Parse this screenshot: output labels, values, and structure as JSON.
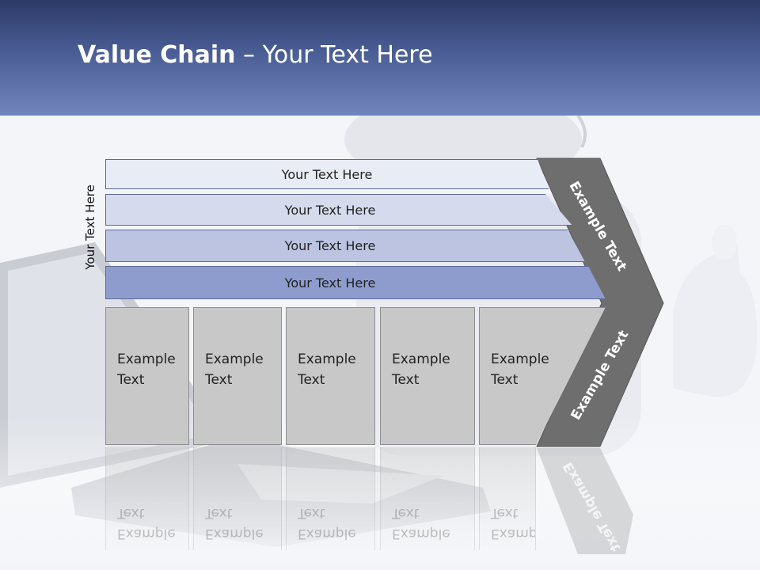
{
  "slide": {
    "title_bold": "Value Chain",
    "title_rest": " – Your Text Here"
  },
  "side_label": "Your Text Here",
  "bars": [
    {
      "label": "Your Text Here"
    },
    {
      "label": "Your Text Here"
    },
    {
      "label": "Your Text Here"
    },
    {
      "label": "Your Text Here"
    }
  ],
  "boxes": [
    {
      "label": "Example Text"
    },
    {
      "label": "Example Text"
    },
    {
      "label": "Example Text"
    },
    {
      "label": "Example Text"
    },
    {
      "label": "Example Text"
    }
  ],
  "chevron": {
    "top_label": "Example Text",
    "bottom_label": "Example Text"
  },
  "colors": {
    "header": "#4a5d95",
    "chevron": "#6e6e6e",
    "bar_darkest": "#8e9ccd",
    "box": "#c8c8c8"
  }
}
